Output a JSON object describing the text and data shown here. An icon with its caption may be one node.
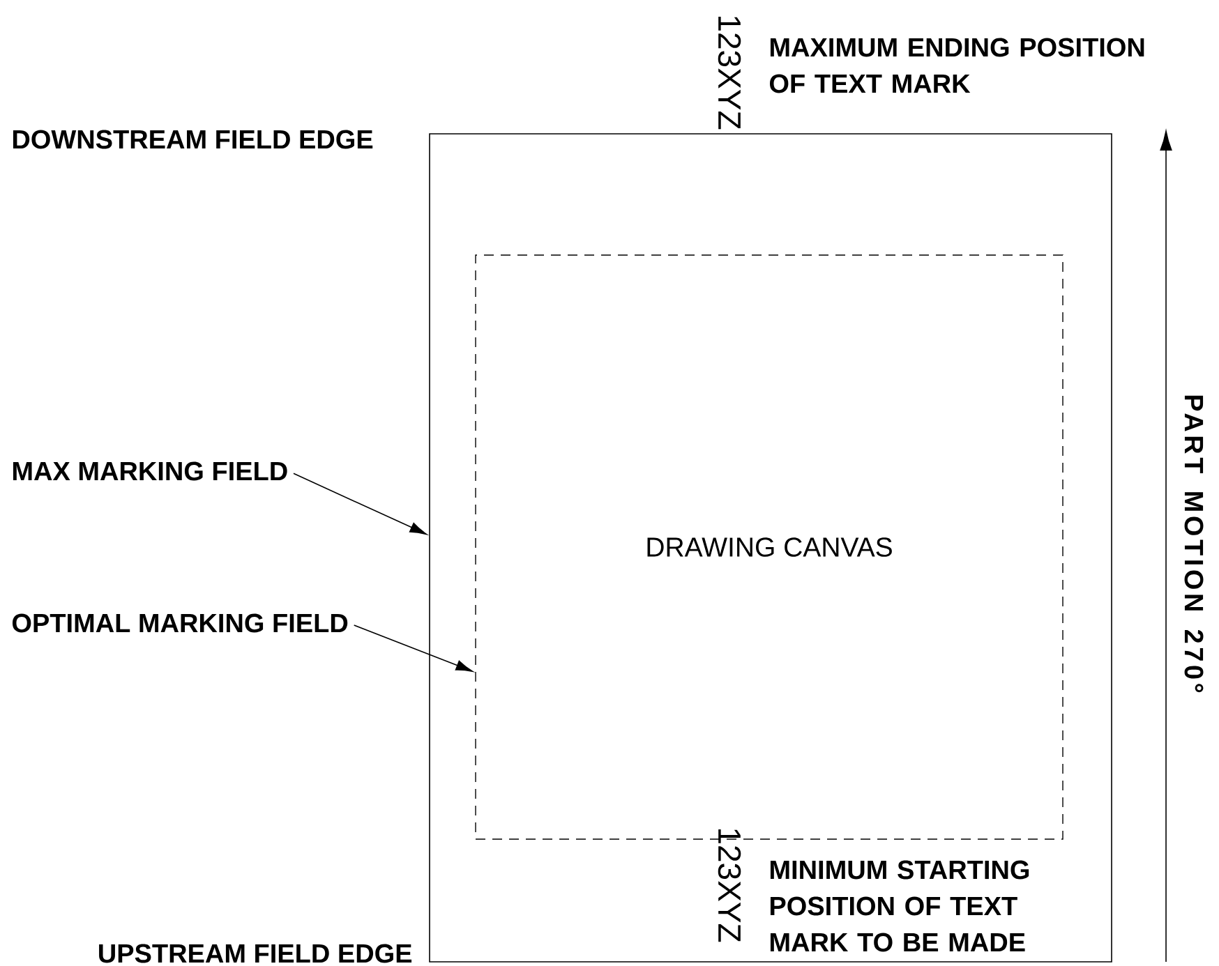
{
  "diagram": {
    "nodes": [
      {
        "text": [],
        "shape": "box"
      },
      {
        "text": [
          "DRAWING CANVAS"
        ],
        "in": 0
      },
      {
        "text": [
          "MAX MARKING FIELD"
        ]
      },
      {
        "text": [
          "OPTIMAL MARKING FIELD"
        ]
      }
    ],
    "edges": [
      {
        "from": 2,
        "to": 0,
        "arrow": "to"
      },
      {
        "from": 3,
        "to": 1,
        "arrow": "to"
      }
    ],
    "labels": [
      "123XYZ",
      "MAXIMUM ENDING POSITION OF TEXT MARK",
      "DOWNSTREAM FIELD EDGE",
      "PART MOTION 270°",
      "123XYZ",
      "MINIMUM STARTING POSITION OF TEXT MARK TO BE MADE",
      "UPSTREAM FIELD EDGE"
    ]
  }
}
